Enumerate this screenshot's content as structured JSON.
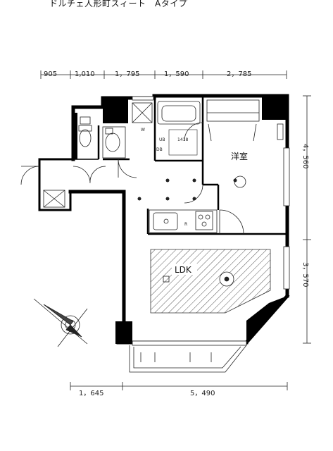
{
  "title": "ドルチェ人形町スィート　Aタイプ",
  "dimensions": {
    "top": [
      "905",
      "1,010",
      "1，795",
      "1，590",
      "2，785"
    ],
    "right": [
      "4，560",
      "3，570"
    ],
    "bottom": [
      "1，645",
      "5，490"
    ]
  },
  "rooms": {
    "western": "洋室",
    "ldk": "LDK"
  },
  "fixture_labels": {
    "wm": "W",
    "ub": "UB",
    "ub_size": "1418",
    "ref": "R",
    "db": "DB"
  },
  "colors": {
    "wall": "#000000",
    "line": "#222222",
    "hatch": "#555555"
  }
}
